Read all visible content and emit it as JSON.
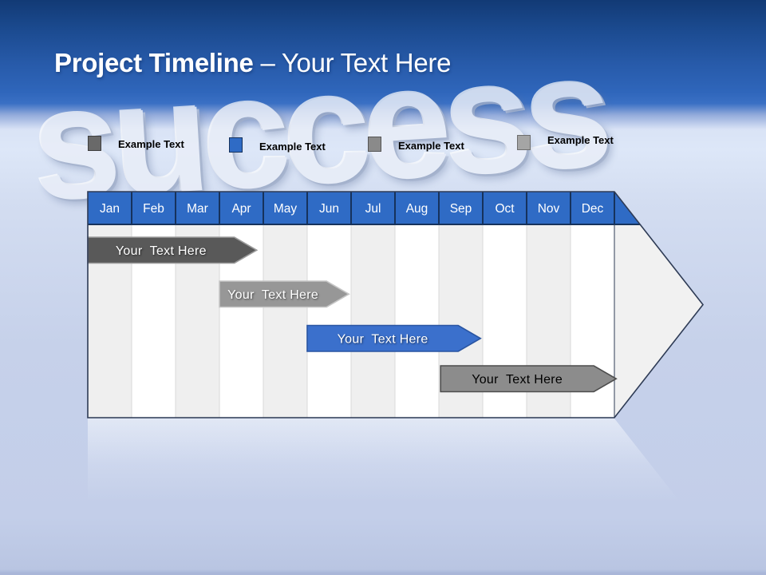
{
  "slide": {
    "title_bold": "Project Timeline",
    "title_rest": "– Your Text Here",
    "background_word": "success"
  },
  "legend": {
    "items": [
      {
        "label": "Example Text",
        "color": "#696969",
        "border": "#3f3f3f"
      },
      {
        "label": "Example Text",
        "color": "#2F6BC5",
        "border": "#16325C"
      },
      {
        "label": "Example Text",
        "color": "#8A8A8A",
        "border": "#555555"
      },
      {
        "label": "Example Text",
        "color": "#A5A5A5",
        "border": "#6e6e6e"
      }
    ]
  },
  "chart_data": {
    "type": "bar",
    "subtype": "gantt-timeline-arrow",
    "title": "Project Timeline – Your Text Here",
    "categories": [
      "Jan",
      "Feb",
      "Mar",
      "Apr",
      "May",
      "Jun",
      "Jul",
      "Aug",
      "Sep",
      "Oct",
      "Nov",
      "Dec"
    ],
    "x_unit": "month",
    "header": {
      "fill": "#2F6BC5",
      "text_color": "#FFFFFF",
      "divider_color": "#16325C"
    },
    "column_fills": [
      "#EFEFEF",
      "#FFFFFF"
    ],
    "column_divider": "#D8D8D8",
    "body_fill": "#F1F1F1",
    "outline_color": "#2E3B55",
    "bars": [
      {
        "label": "Your  Text Here",
        "row": 0,
        "start_month": 0.0,
        "end_month": 3.85,
        "fill": "#595959",
        "stroke": "#9C9C9C",
        "text_color": "#FFFFFF"
      },
      {
        "label": "Your  Text Here",
        "row": 1,
        "start_month": 3.0,
        "end_month": 5.95,
        "fill": "#979797",
        "stroke": "#C6C6C6",
        "text_color": "#FFFFFF"
      },
      {
        "label": "Your  Text Here",
        "row": 2,
        "start_month": 5.0,
        "end_month": 8.95,
        "fill": "#3B70CC",
        "stroke": "#2A55A2",
        "text_color": "#FFFFFF"
      },
      {
        "label": "Your  Text Here",
        "row": 3,
        "start_month": 8.04,
        "end_month": 12.04,
        "fill": "#8C8C8C",
        "stroke": "#4D4D4D",
        "text_color": "#000000"
      }
    ]
  }
}
